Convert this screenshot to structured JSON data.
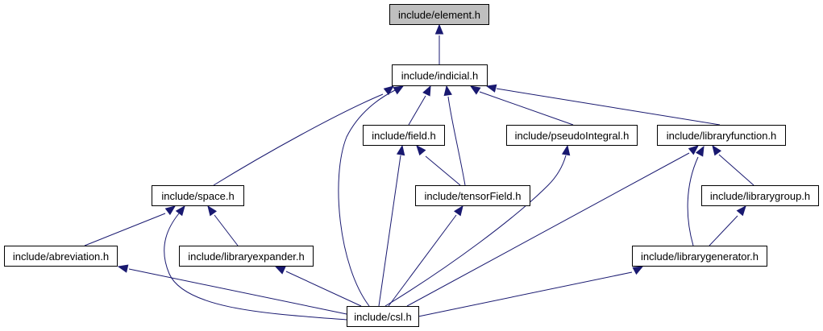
{
  "title": "include/element.h include dependency graph (included by)",
  "colors": {
    "edge": "#191970",
    "root_fill": "#bfbfbf",
    "node_fill": "#ffffff",
    "border": "#000000"
  },
  "nodes": [
    {
      "id": "element",
      "label": "include/element.h",
      "root": true
    },
    {
      "id": "indicial",
      "label": "include/indicial.h"
    },
    {
      "id": "field",
      "label": "include/field.h"
    },
    {
      "id": "pseudoIntegral",
      "label": "include/pseudoIntegral.h"
    },
    {
      "id": "libraryfunction",
      "label": "include/libraryfunction.h"
    },
    {
      "id": "space",
      "label": "include/space.h"
    },
    {
      "id": "tensorField",
      "label": "include/tensorField.h"
    },
    {
      "id": "librarygroup",
      "label": "include/librarygroup.h"
    },
    {
      "id": "abreviation",
      "label": "include/abreviation.h"
    },
    {
      "id": "libraryexpander",
      "label": "include/libraryexpander.h"
    },
    {
      "id": "librarygenerator",
      "label": "include/librarygenerator.h"
    },
    {
      "id": "csl",
      "label": "include/csl.h"
    }
  ],
  "edges": [
    {
      "from": "indicial",
      "to": "element"
    },
    {
      "from": "space",
      "to": "indicial"
    },
    {
      "from": "csl",
      "to": "indicial"
    },
    {
      "from": "field",
      "to": "indicial"
    },
    {
      "from": "tensorField",
      "to": "indicial"
    },
    {
      "from": "pseudoIntegral",
      "to": "indicial"
    },
    {
      "from": "libraryfunction",
      "to": "indicial"
    },
    {
      "from": "abreviation",
      "to": "space"
    },
    {
      "from": "csl",
      "to": "space"
    },
    {
      "from": "libraryexpander",
      "to": "space"
    },
    {
      "from": "csl",
      "to": "field"
    },
    {
      "from": "tensorField",
      "to": "field"
    },
    {
      "from": "csl",
      "to": "pseudoIntegral"
    },
    {
      "from": "csl",
      "to": "libraryfunction"
    },
    {
      "from": "librarygenerator",
      "to": "libraryfunction"
    },
    {
      "from": "librarygroup",
      "to": "libraryfunction"
    },
    {
      "from": "csl",
      "to": "tensorField"
    },
    {
      "from": "librarygenerator",
      "to": "librarygroup"
    },
    {
      "from": "csl",
      "to": "abreviation"
    },
    {
      "from": "csl",
      "to": "libraryexpander"
    },
    {
      "from": "csl",
      "to": "librarygenerator"
    }
  ]
}
